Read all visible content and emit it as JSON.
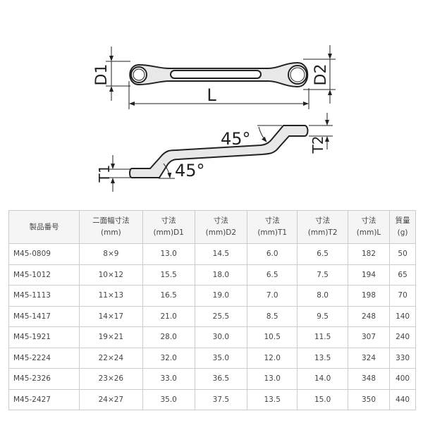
{
  "diagram": {
    "labels": {
      "d1": "D1",
      "d2": "D2",
      "l": "L",
      "t1": "T1",
      "t2": "T2",
      "angle1": "45°",
      "angle2": "45°"
    }
  },
  "table": {
    "headers": [
      [
        "製品番号",
        ""
      ],
      [
        "二面幅寸法",
        "(mm)"
      ],
      [
        "寸法",
        "(mm)D1"
      ],
      [
        "寸法",
        "(mm)D2"
      ],
      [
        "寸法",
        "(mm)T1"
      ],
      [
        "寸法",
        "(mm)T2"
      ],
      [
        "寸法",
        "(mm)L"
      ],
      [
        "質量",
        "(g)"
      ]
    ],
    "rows": [
      [
        "M45-0809",
        "8×9",
        "13.0",
        "14.5",
        "6.0",
        "6.5",
        "182",
        "50"
      ],
      [
        "M45-1012",
        "10×12",
        "15.5",
        "18.0",
        "6.5",
        "7.5",
        "194",
        "65"
      ],
      [
        "M45-1113",
        "11×13",
        "16.5",
        "19.0",
        "7.0",
        "8.0",
        "198",
        "70"
      ],
      [
        "M45-1417",
        "14×17",
        "21.0",
        "25.5",
        "8.5",
        "9.5",
        "248",
        "140"
      ],
      [
        "M45-1921",
        "19×21",
        "28.0",
        "30.0",
        "10.5",
        "11.5",
        "307",
        "240"
      ],
      [
        "M45-2224",
        "22×24",
        "32.0",
        "35.0",
        "12.0",
        "13.5",
        "324",
        "330"
      ],
      [
        "M45-2326",
        "23×26",
        "33.0",
        "36.5",
        "13.0",
        "14.0",
        "348",
        "400"
      ],
      [
        "M45-2427",
        "24×27",
        "35.0",
        "37.5",
        "13.5",
        "15.0",
        "350",
        "440"
      ]
    ]
  }
}
